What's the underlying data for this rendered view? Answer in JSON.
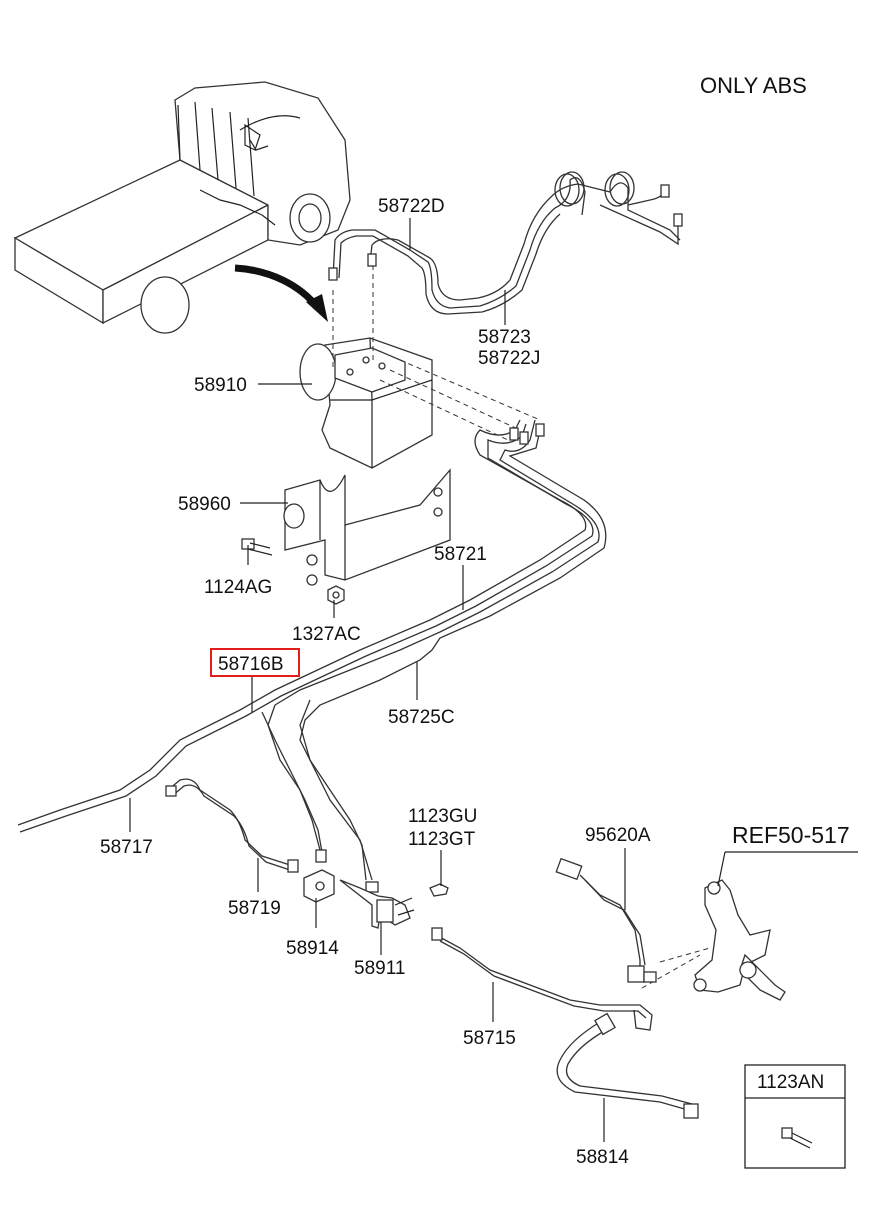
{
  "header": {
    "note": "ONLY ABS"
  },
  "parts": {
    "p58722D": "58722D",
    "p58723": "58723",
    "p58722J": "58722J",
    "p58910": "58910",
    "p58960": "58960",
    "p1124AG": "1124AG",
    "p1327AC": "1327AC",
    "p58721": "58721",
    "p58716B": "58716B",
    "p58725C": "58725C",
    "p58717": "58717",
    "p58719": "58719",
    "p58914": "58914",
    "p1123GU": "1123GU",
    "p1123GT": "1123GT",
    "p58911": "58911",
    "p95620A": "95620A",
    "pREF": "REF50-517",
    "p58715": "58715",
    "p58814": "58814",
    "p1123AN": "1123AN"
  },
  "highlight": {
    "part": "58716B",
    "color": "#e31c1c"
  }
}
